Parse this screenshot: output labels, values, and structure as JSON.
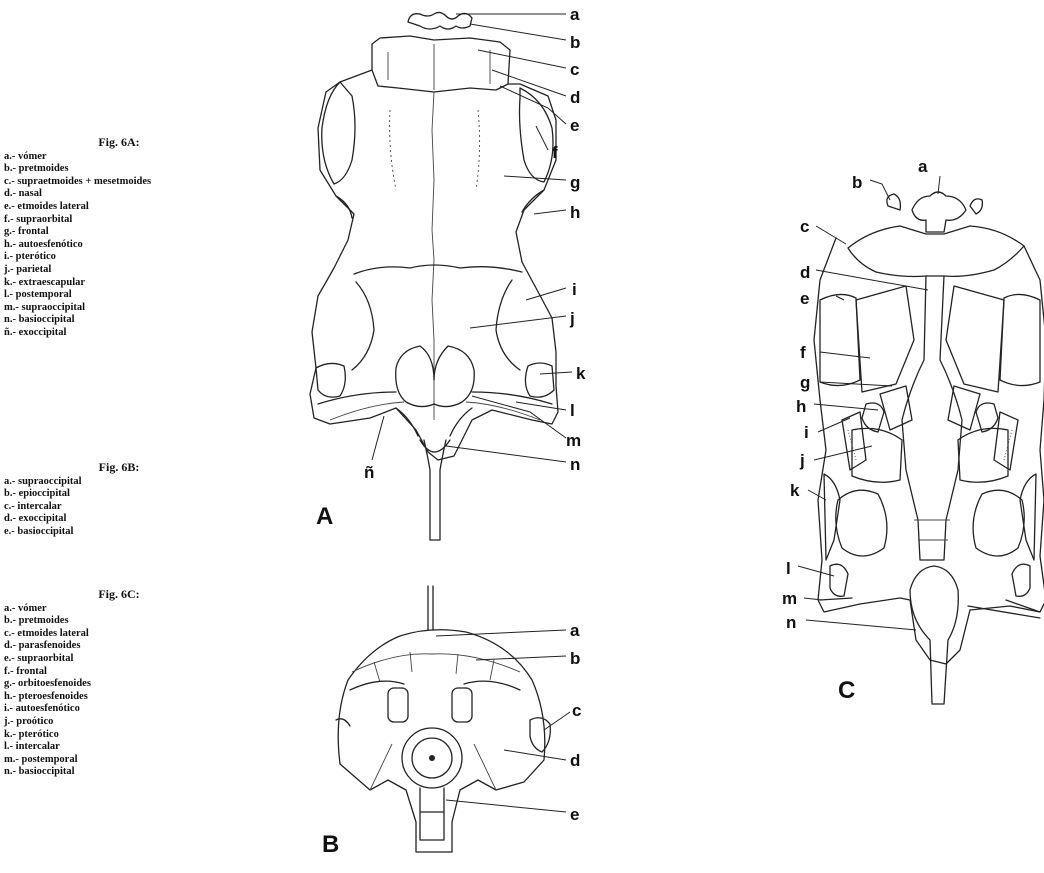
{
  "legends": [
    {
      "id": "6a",
      "heading": "Fig. 6A:",
      "items": [
        "a.- vómer",
        "b.- pretmoides",
        "c.- supraetmoides + mesetmoides",
        "d.- nasal",
        "e.- etmoides lateral",
        "f.- supraorbital",
        "g.- frontal",
        "h.- autoesfenótico",
        "i.- pterótico",
        "j.- parietal",
        "k.- extraescapular",
        "l.- postemporal",
        "m.- supraoccipital",
        "n.- basioccipital",
        "ñ.- exoccipital"
      ]
    },
    {
      "id": "6b",
      "heading": "Fig. 6B:",
      "items": [
        "a.- supraoccipital",
        "b.- epioccipital",
        "c.- intercalar",
        "d.- exoccipital",
        "e.- basioccipital"
      ]
    },
    {
      "id": "6c",
      "heading": "Fig. 6C:",
      "items": [
        "a.- vómer",
        "b.- pretmoides",
        "c.- etmoides lateral",
        "d.- parasfenoides",
        "e.- supraorbital",
        "f.- frontal",
        "g.- orbitoesfenoides",
        "h.- pteroesfenoides",
        "i.- autoesfenótico",
        "j.- proótico",
        "k.- pterótico",
        "l.- intercalar",
        "m.- postemporal",
        "n.- basioccipital"
      ]
    }
  ],
  "figures": {
    "a": {
      "panel_label": "A",
      "labels": [
        "a",
        "b",
        "c",
        "d",
        "e",
        "f",
        "g",
        "h",
        "i",
        "j",
        "k",
        "l",
        "m",
        "n",
        "ñ"
      ]
    },
    "b": {
      "panel_label": "B",
      "labels": [
        "a",
        "b",
        "c",
        "d",
        "e"
      ]
    },
    "c": {
      "panel_label": "C",
      "labels": [
        "a",
        "b",
        "c",
        "d",
        "e",
        "f",
        "g",
        "h",
        "i",
        "j",
        "k",
        "l",
        "m",
        "n"
      ]
    }
  }
}
